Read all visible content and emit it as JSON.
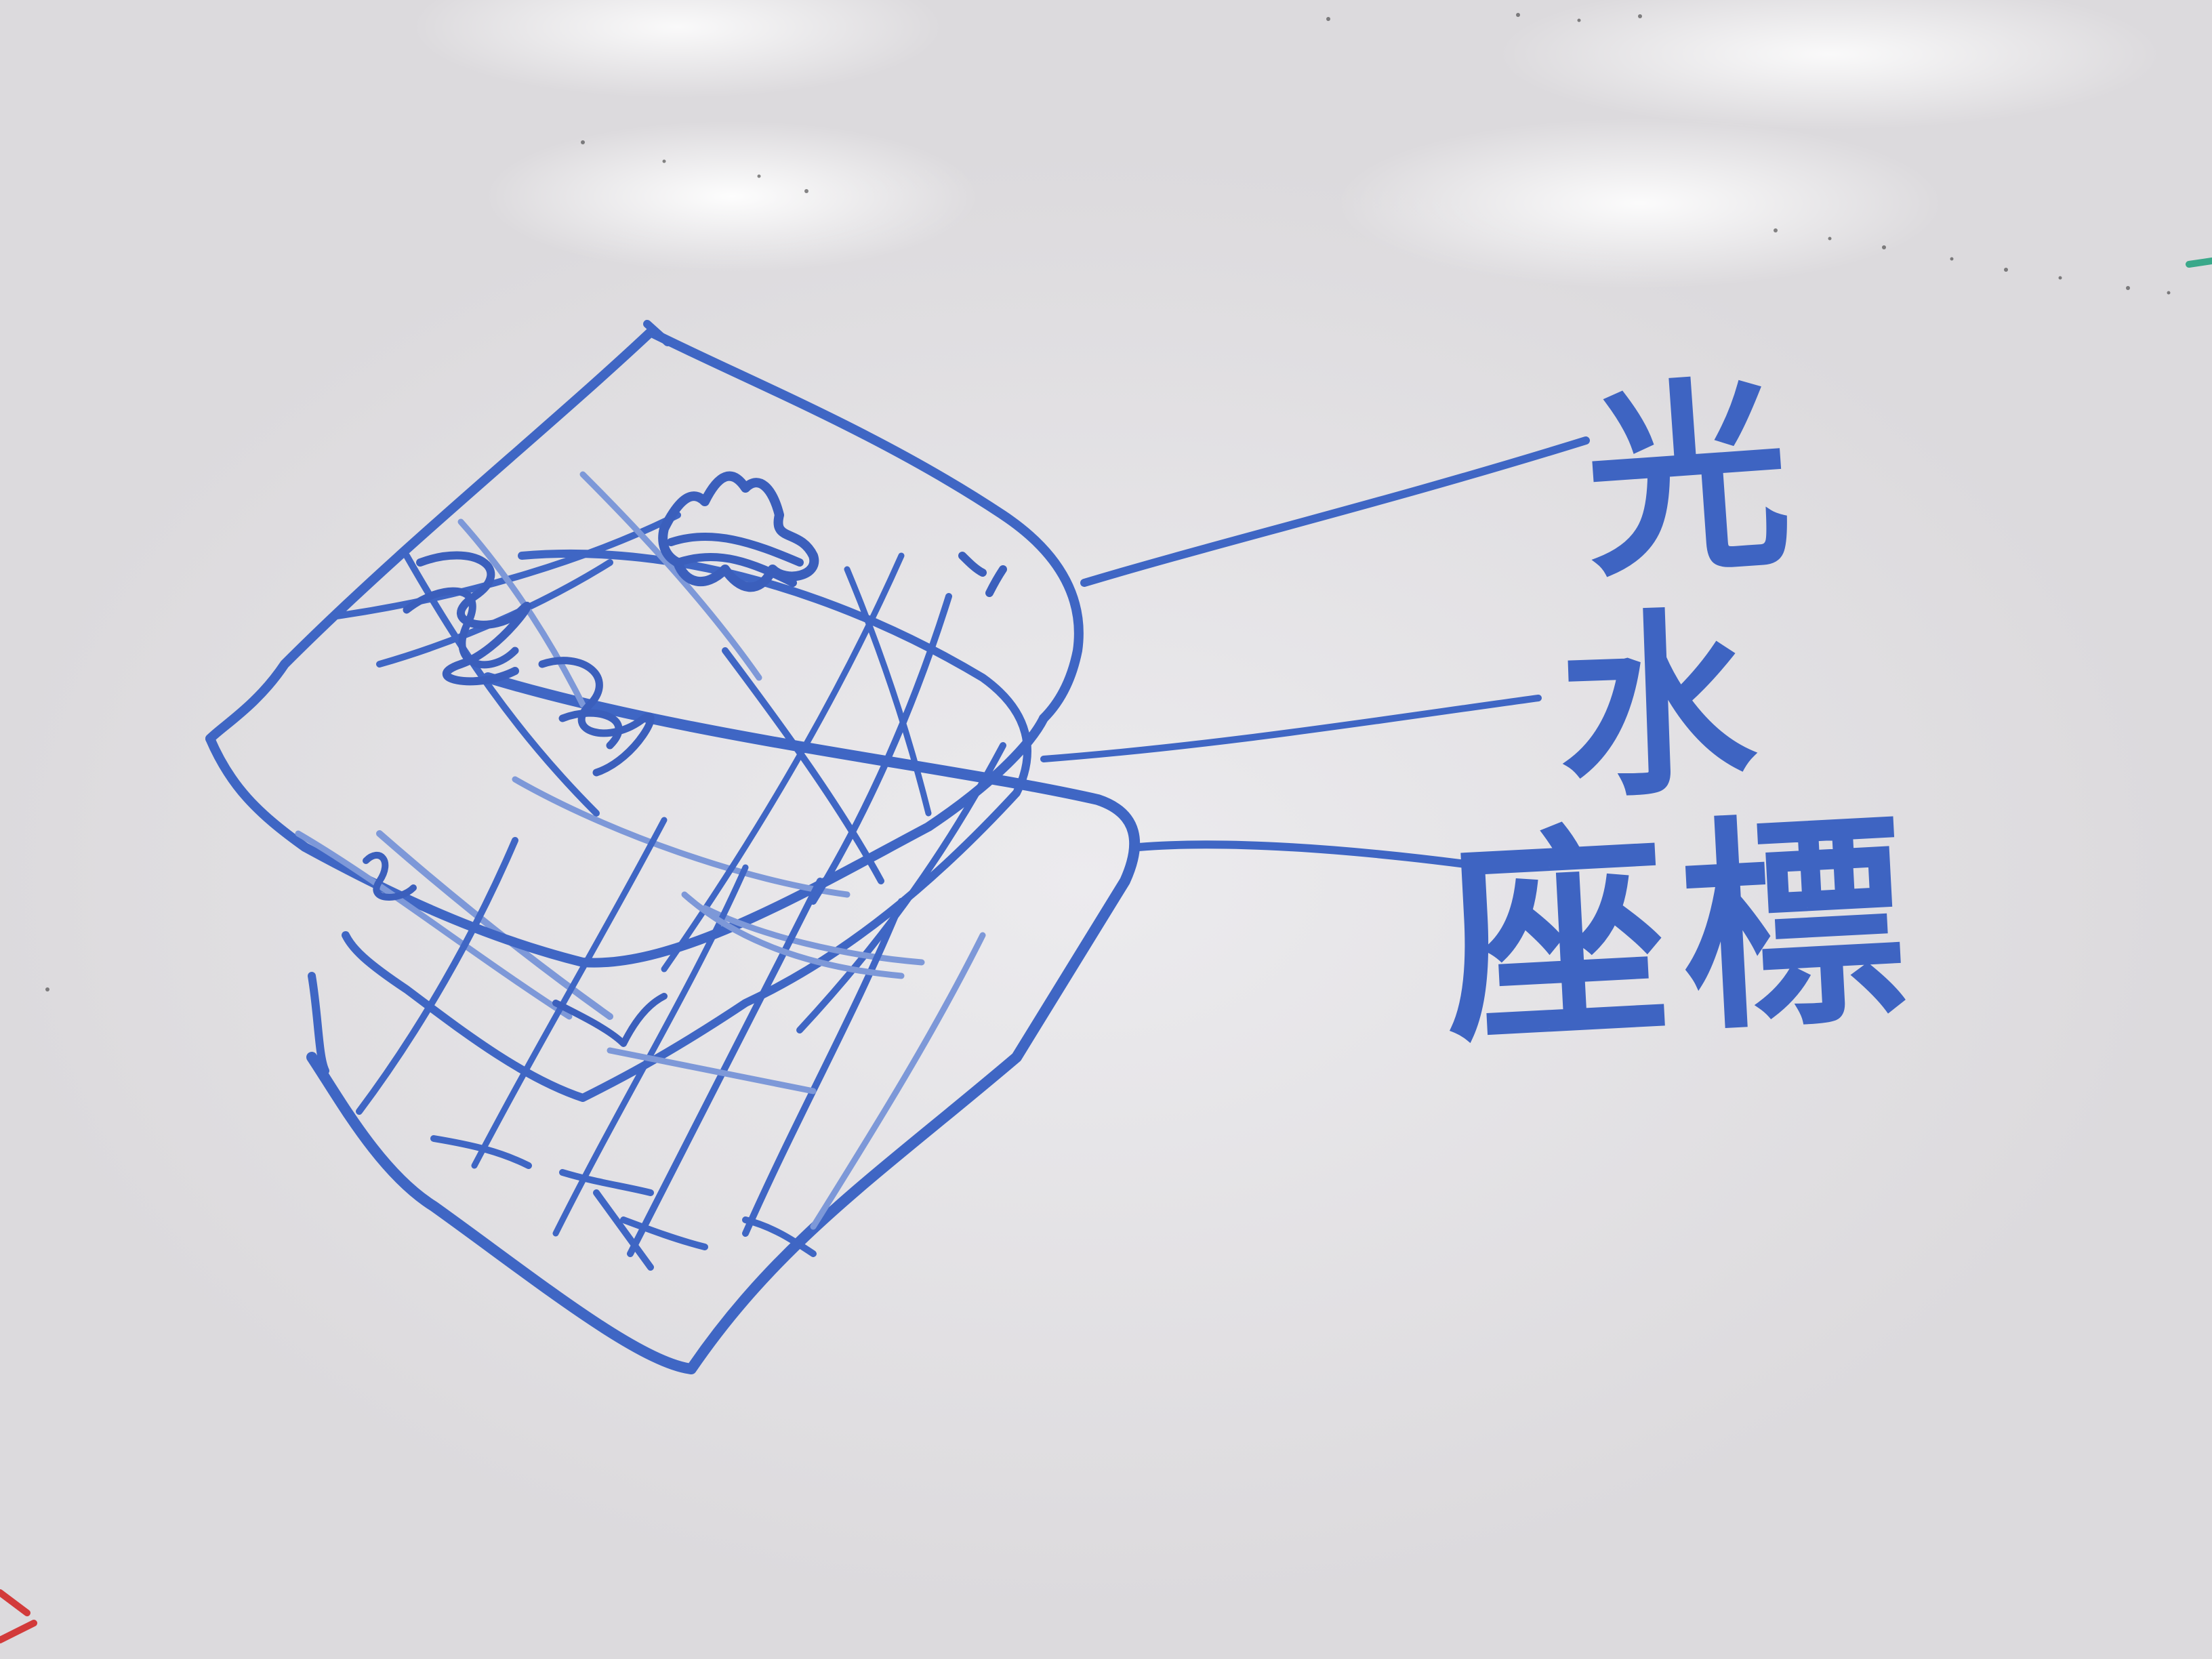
{
  "layers": [
    {
      "label": "光"
    },
    {
      "label": "水"
    },
    {
      "label": "座標"
    }
  ],
  "colors": {
    "board": "#e8e6e9",
    "marker_blue": "#3f66c4",
    "marker_red": "#d23a3a",
    "marker_green": "#3aa88a"
  }
}
